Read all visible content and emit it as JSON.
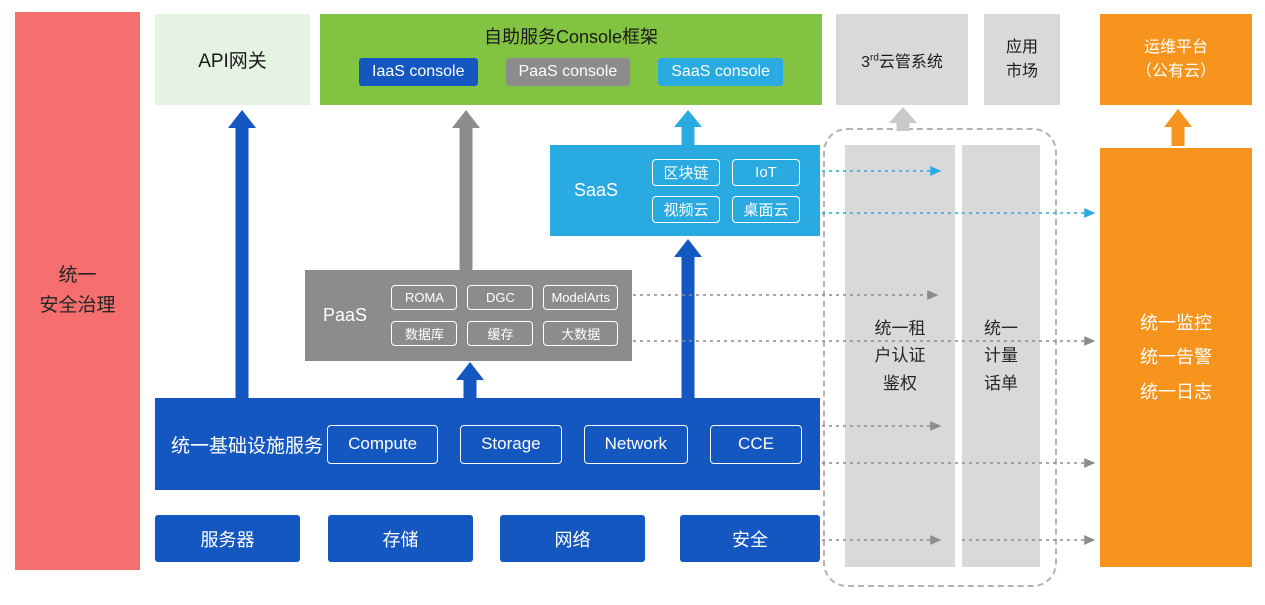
{
  "palette": {
    "red": "#f66f6f",
    "pale_green": "#e4f3e2",
    "green": "#82c341",
    "blue": "#1557c0",
    "gray": "#8c8c8c",
    "light_gray": "#d9d9d9",
    "cyan": "#29abe2",
    "orange": "#f7941e"
  },
  "security_bar": {
    "label": "统一\n安全治理"
  },
  "api_gateway": {
    "label": "API网关"
  },
  "console_frame": {
    "title": "自助服务Console框架",
    "consoles": [
      {
        "label": "IaaS console"
      },
      {
        "label": "PaaS console"
      },
      {
        "label": "SaaS console"
      }
    ]
  },
  "third_cloud": {
    "prefix": "3",
    "sup": "rd",
    "suffix": "云管系统"
  },
  "app_market": {
    "label": "应用\n市场"
  },
  "om_platform": {
    "label": "运维平台\n（公有云）"
  },
  "saas": {
    "label": "SaaS",
    "chips": [
      "区块链",
      "IoT",
      "视频云",
      "桌面云"
    ]
  },
  "paas": {
    "label": "PaaS",
    "chips": [
      "ROMA",
      "DGC",
      "ModelArts",
      "数据库",
      "缓存",
      "大数据"
    ]
  },
  "infra": {
    "label": "统一基础设施服务",
    "chips": [
      "Compute",
      "Storage",
      "Network",
      "CCE"
    ]
  },
  "bottom_row": [
    "服务器",
    "存储",
    "网络",
    "安全"
  ],
  "auth_bar": {
    "label": "统一租\n户认证\n鉴权"
  },
  "billing_bar": {
    "label": "统一\n计量\n话单"
  },
  "monitor_box": {
    "label": "统一监控\n统一告警\n统一日志"
  }
}
